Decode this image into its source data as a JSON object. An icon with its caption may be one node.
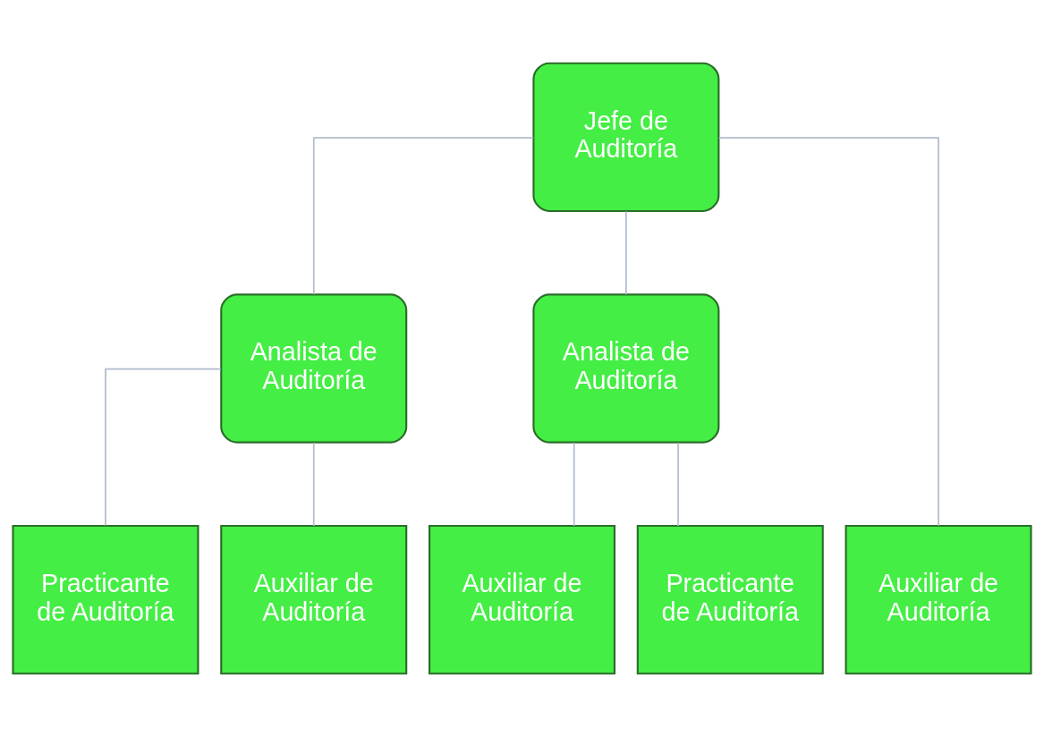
{
  "diagram": {
    "nodes": [
      {
        "text": [
          "Jefe de Auditoría"
        ]
      },
      {
        "text": [
          "Analista de Auditoría"
        ]
      },
      {
        "text": [
          "Analista de Auditoría"
        ]
      },
      {
        "text": [
          "Practicante de Auditoría"
        ]
      },
      {
        "text": [
          "Auxiliar de Auditoría"
        ]
      },
      {
        "text": [
          "Auxiliar de Auditoría"
        ]
      },
      {
        "text": [
          "Auxiliar de Auditoría"
        ]
      },
      {
        "text": [
          "Practicante de Auditoría"
        ]
      }
    ],
    "edges": [
      {
        "from": 0,
        "to": 1,
        "arrow": "none"
      },
      {
        "from": 0,
        "to": 2,
        "arrow": "none"
      },
      {
        "from": 0,
        "to": 5,
        "arrow": "none"
      },
      {
        "from": 1,
        "to": 3,
        "arrow": "none"
      },
      {
        "from": 1,
        "to": 4,
        "arrow": "none"
      },
      {
        "from": 2,
        "to": 6,
        "arrow": "none"
      },
      {
        "from": 2,
        "to": 7,
        "arrow": "none"
      }
    ]
  }
}
